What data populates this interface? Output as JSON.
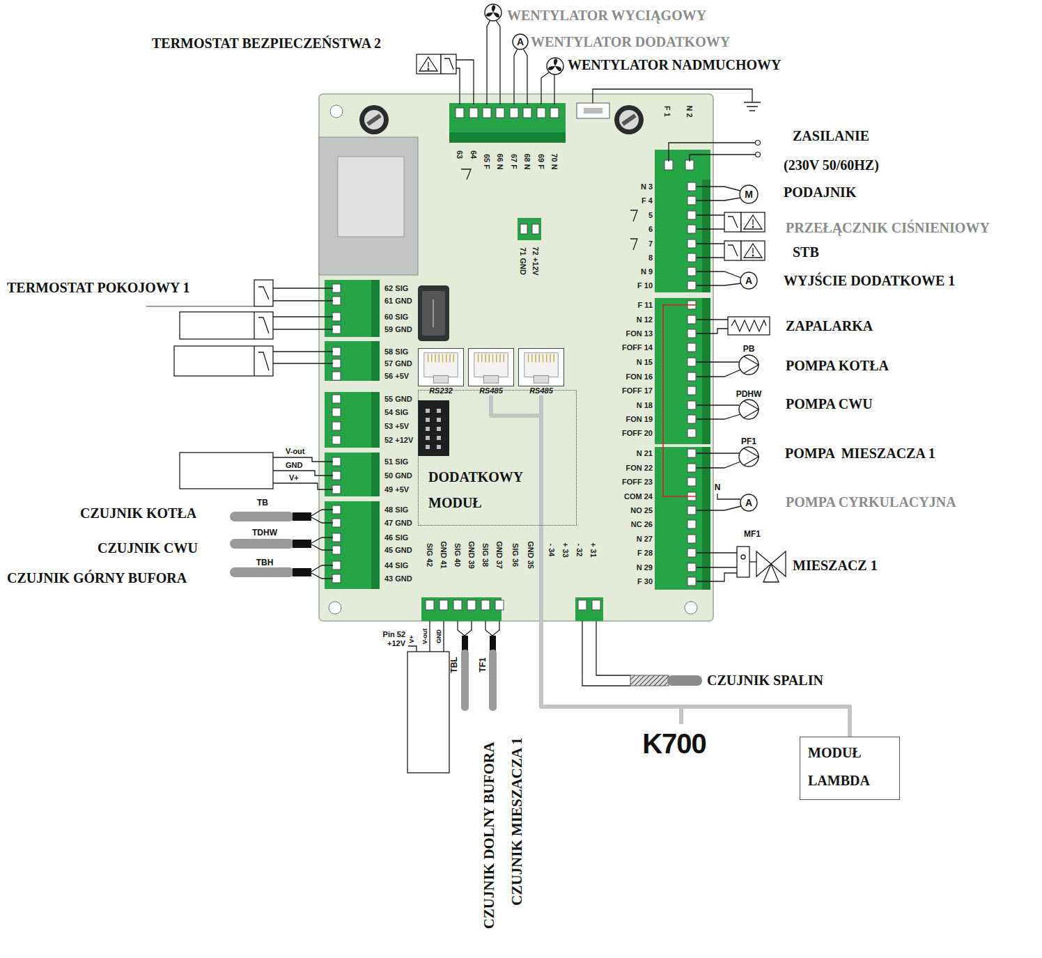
{
  "diagram": {
    "nodes": [
      {
        "text": [
          "RS232"
        ]
      },
      {
        "text": [
          "RS485"
        ]
      },
      {
        "text": [
          "RS485"
        ]
      },
      {
        "text": [
          "DODATKOWY MODUŁ"
        ]
      },
      {
        "text": [
          "MODUŁ LAMBDA"
        ]
      }
    ],
    "edges": [
      {
        "from": 1,
        "to": 4,
        "arrow": "none"
      },
      {
        "from": 2,
        "to": 4,
        "arrow": "none"
      }
    ],
    "labels": [
      "TERMOSTAT BEZPIECZEŃSTWA 2",
      "WENTYLATOR WYCIĄGOWY",
      "A",
      "WENTYLATOR DODATKOWY",
      "WENTYLATOR NADMUCHOWY",
      "63",
      "64",
      "65 F",
      "66 N",
      "67 F",
      "68 N",
      "69 F",
      "70 N",
      "F 1",
      "N 2",
      "ZASILANIE",
      "(230V 50/60HZ)",
      "71 GND",
      "72 +12V",
      "N 3",
      "F 4",
      "5",
      "6",
      "7",
      "8",
      "N 9",
      "F 10",
      "F 11",
      "N 12",
      "FON 13",
      "FOFF 14",
      "N 15",
      "FON 16",
      "FOFF 17",
      "N 18",
      "FON 19",
      "FOFF 20",
      "N 21",
      "FON 22",
      "FOFF 23",
      "COM 24",
      "NO 25",
      "NC 26",
      "N 27",
      "F 28",
      "N 29",
      "F 30",
      "M",
      "PODAJNIK",
      "PRZEŁĄCZNIK CIŚNIENIOWY",
      "STB",
      "A",
      "WYJŚCIE DODATKOWE 1",
      "ZAPALARKA",
      "PB",
      "POMPA KOTŁA",
      "PDHW",
      "POMPA CWU",
      "PF1",
      "POMPA  MIESZACZA 1",
      "N",
      "A",
      "POMPA CYRKULACYJNA",
      "MF1",
      "MIESZACZ 1",
      "TERMOSTAT POKOJOWY 1",
      "62 SIG",
      "61 GND",
      "60 SIG",
      "59 GND",
      "58 SIG",
      "57 GND",
      "56 +5V",
      "55 GND",
      "54 SIG",
      "53 +5V",
      "52 +12V",
      "51 SIG",
      "50 GND",
      "49 +5V",
      "48 SIG",
      "47 GND",
      "46 SIG",
      "45 GND",
      "44 SIG",
      "43 GND",
      "V-out",
      "GND",
      "V+",
      "TB",
      "CZUJNIK KOTŁA",
      "TDHW",
      "CZUJNIK CWU",
      "TBH",
      "CZUJNIK GÓRNY BUFORA",
      "SIG 42",
      "GND 41",
      "SIG 40",
      "GND 39",
      "SIG 38",
      "GND 37",
      "SIG 36",
      "GND 35",
      "- 34",
      "+ 33",
      "- 32",
      "+ 31",
      "Pin 52 +12V",
      "V+",
      "V-out",
      "GND",
      "TBL",
      "TF1",
      "CZUJNIK DOLNY BUFORA",
      "CZUJNIK MIESZACZA 1",
      "CZUJNIK SPALIN",
      "K700"
    ]
  }
}
